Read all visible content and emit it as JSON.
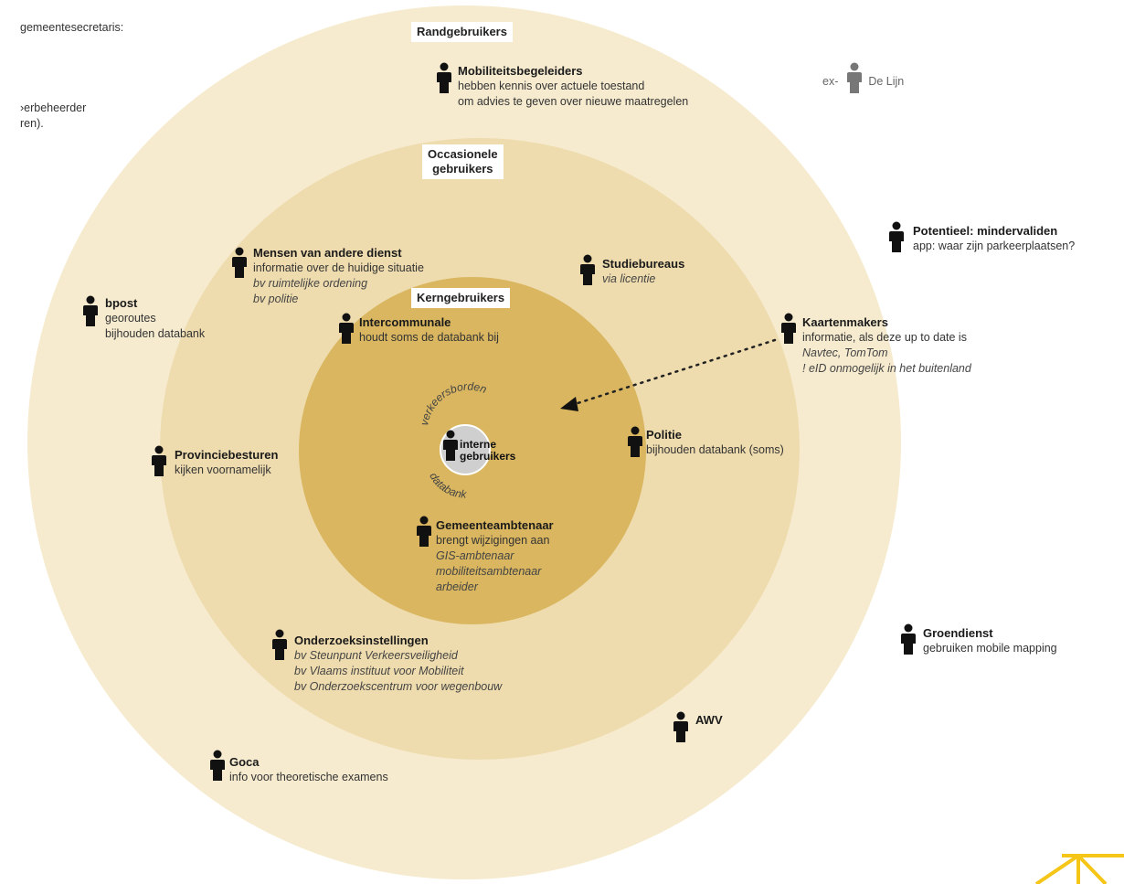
{
  "clipped_left": {
    "line1": "gemeentesecretaris:",
    "line2": "›erbeheerder",
    "line3": "ren)."
  },
  "rings": {
    "outer_label": "Randgebruikers",
    "mid_label_1": "Occasionele",
    "mid_label_2": "gebruikers",
    "inner_label": "Kerngebruikers",
    "core_label_1": "interne",
    "core_label_2": "gebruikers",
    "arc_top": "verkeersborden",
    "arc_bottom": "databank"
  },
  "groups": {
    "mobiliteit": {
      "title": "Mobiliteitsbegeleiders",
      "lines": [
        "hebben kennis over actuele toestand",
        "om advies te geven over nieuwe maatregelen"
      ]
    },
    "delijn": {
      "prefix": "ex-",
      "title": "De Lijn"
    },
    "mindervaliden": {
      "title": "Potentieel: mindervaliden",
      "lines": [
        "app: waar zijn parkeerplaatsen?"
      ]
    },
    "anderedienst": {
      "title": "Mensen van andere dienst",
      "lines": [
        "informatie over de huidige situatie"
      ],
      "italic": [
        "bv ruimtelijke ordening",
        "bv politie"
      ]
    },
    "studiebureaus": {
      "title": "Studiebureaus",
      "italic": [
        "via licentie"
      ]
    },
    "bpost": {
      "title": "bpost",
      "lines": [
        "georoutes",
        "bijhouden databank"
      ]
    },
    "intercommunale": {
      "title": "Intercommunale",
      "lines": [
        "houdt soms de databank bij"
      ]
    },
    "kaartenmakers": {
      "title": "Kaartenmakers",
      "lines": [
        "informatie, als deze up to date is"
      ],
      "italic": [
        "Navtec, TomTom",
        "! eID onmogelijk in het buitenland"
      ]
    },
    "politie": {
      "title": "Politie",
      "lines": [
        "bijhouden databank (soms)"
      ]
    },
    "provinciebesturen": {
      "title": "Provinciebesturen",
      "lines": [
        "kijken voornamelijk"
      ]
    },
    "gemeenteambtenaar": {
      "title": "Gemeenteambtenaar",
      "lines": [
        "brengt wijzigingen aan"
      ],
      "italic": [
        "GIS-ambtenaar",
        "mobiliteitsambtenaar",
        "arbeider"
      ]
    },
    "onderzoek": {
      "title": "Onderzoeksinstellingen",
      "italic": [
        "bv Steunpunt Verkeersveiligheid",
        "bv Vlaams instituut voor Mobiliteit",
        "bv Onderzoekscentrum voor wegenbouw"
      ]
    },
    "groendienst": {
      "title": "Groendienst",
      "lines": [
        "gebruiken mobile mapping"
      ]
    },
    "awv": {
      "title": "AWV"
    },
    "goca": {
      "title": "Goca",
      "lines": [
        "info voor theoretische examens"
      ]
    }
  },
  "colors": {
    "outer_ring": "#f6ebcf",
    "mid_ring": "#efdcae",
    "inner_ring": "#d9b65f",
    "core": "#cfcfcf",
    "person_dark": "#111111",
    "person_gray": "#777777",
    "corner_accent": "#f5c518"
  }
}
